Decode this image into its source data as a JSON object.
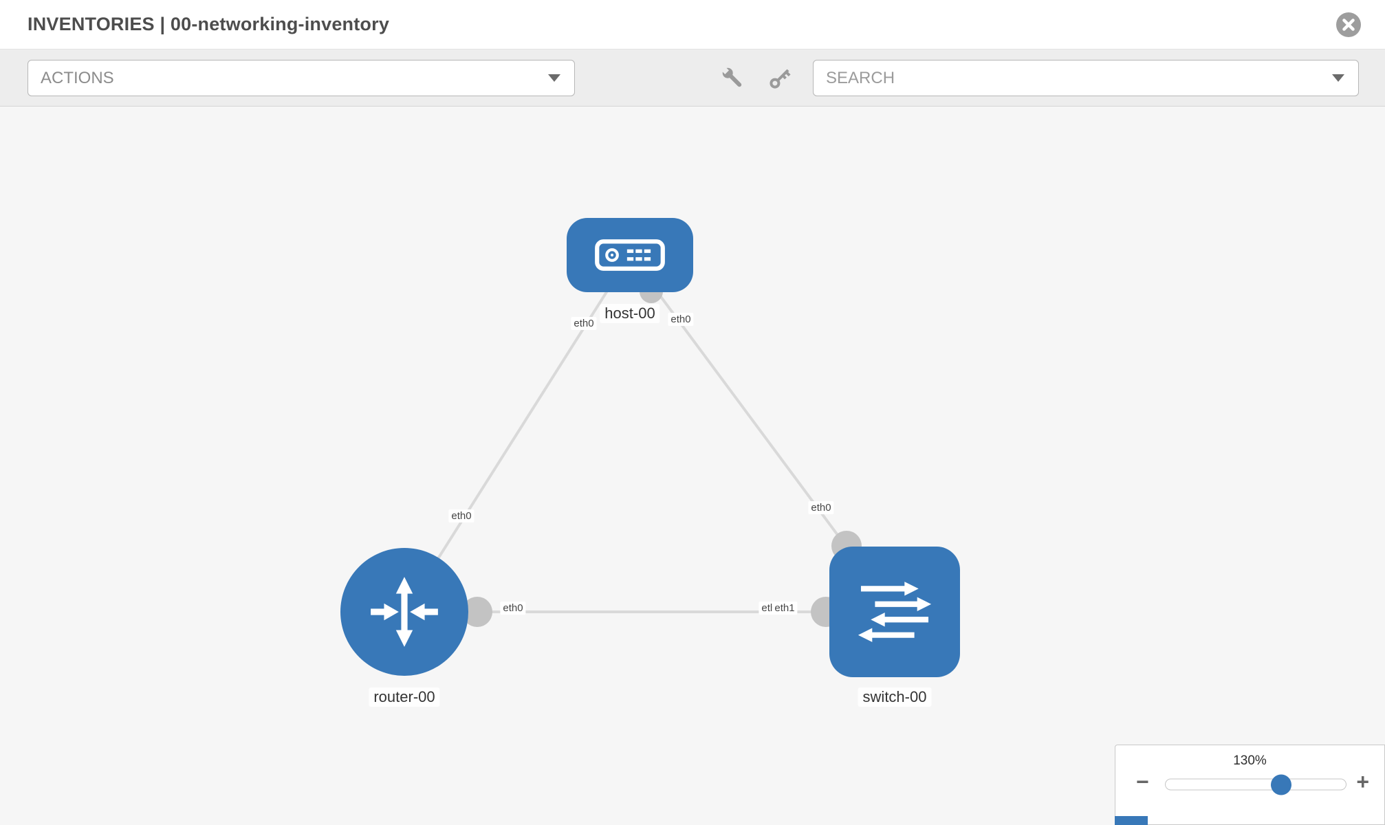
{
  "colors": {
    "node-blue": "#3878b8",
    "link-gray": "#d9d9d9",
    "port-gray": "#c3c3c3"
  },
  "header": {
    "title": "INVENTORIES | 00-networking-inventory"
  },
  "toolbar": {
    "actions_label": "ACTIONS",
    "search_placeholder": "SEARCH",
    "icons": [
      "wrench-icon",
      "key-icon"
    ]
  },
  "topology": {
    "nodes": [
      {
        "label": "host-00",
        "type": "host"
      },
      {
        "label": "router-00",
        "type": "router"
      },
      {
        "label": "switch-00",
        "type": "switch"
      }
    ],
    "links": [
      {
        "from": "host-00",
        "from_iface": "eth0",
        "to": "router-00",
        "to_iface": "eth0"
      },
      {
        "from": "host-00",
        "from_iface": "eth0",
        "to": "switch-00",
        "to_iface": "eth0"
      },
      {
        "from": "router-00",
        "from_iface": "eth0",
        "to": "switch-00",
        "to_iface": "eth1"
      }
    ],
    "interface_labels": [
      "eth0",
      "eth0",
      "eth0",
      "eth0",
      "eth0",
      "eth1",
      "eth1"
    ]
  },
  "zoom": {
    "level": "130%",
    "out_label": "−",
    "in_label": "+"
  }
}
